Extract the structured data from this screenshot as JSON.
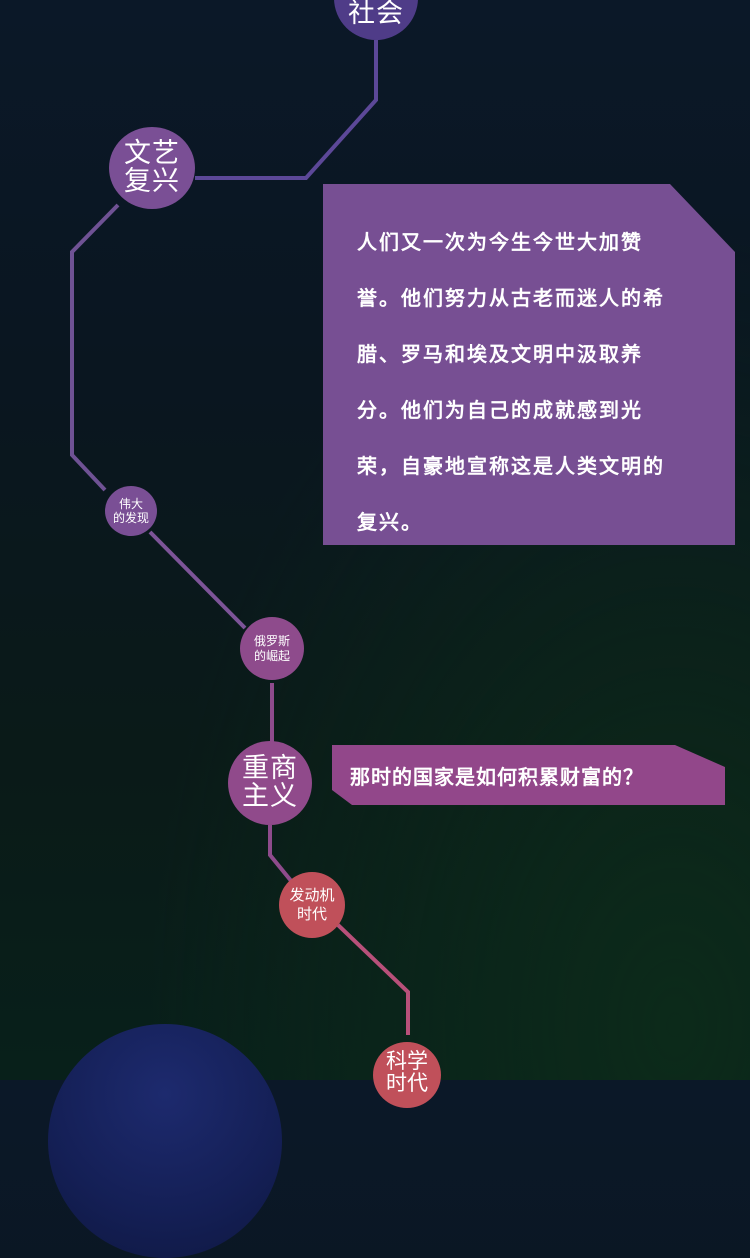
{
  "timeline": {
    "nodes": [
      {
        "id": "society",
        "lines": [
          "社会"
        ],
        "color": "#4f3c88"
      },
      {
        "id": "renaissance",
        "lines": [
          "文艺",
          "复兴"
        ],
        "color": "#7a4f95"
      },
      {
        "id": "great-discovery",
        "lines": [
          "伟大",
          "的发现"
        ],
        "color": "#7a4f95"
      },
      {
        "id": "rise-of-russia",
        "lines": [
          "俄罗斯",
          "的崛起"
        ],
        "color": "#8e4b8c"
      },
      {
        "id": "mercantilism",
        "lines": [
          "重商",
          "主义"
        ],
        "color": "#904a8b"
      },
      {
        "id": "engine-era",
        "lines": [
          "发动机",
          "时代"
        ],
        "color": "#c0505a"
      },
      {
        "id": "science-era",
        "lines": [
          "科学",
          "时代"
        ],
        "color": "#c0505a"
      }
    ]
  },
  "info_box": {
    "text": "人们又一次为今生今世大加赞誉。他们努力从古老而迷人的希腊、罗马和埃及文明中汲取养分。他们为自己的成就感到光荣，自豪地宣称这是人类文明的复兴。",
    "color": "#774f93"
  },
  "question_box": {
    "text": "那时的国家是如何积累财富的？",
    "color": "#92478a"
  }
}
